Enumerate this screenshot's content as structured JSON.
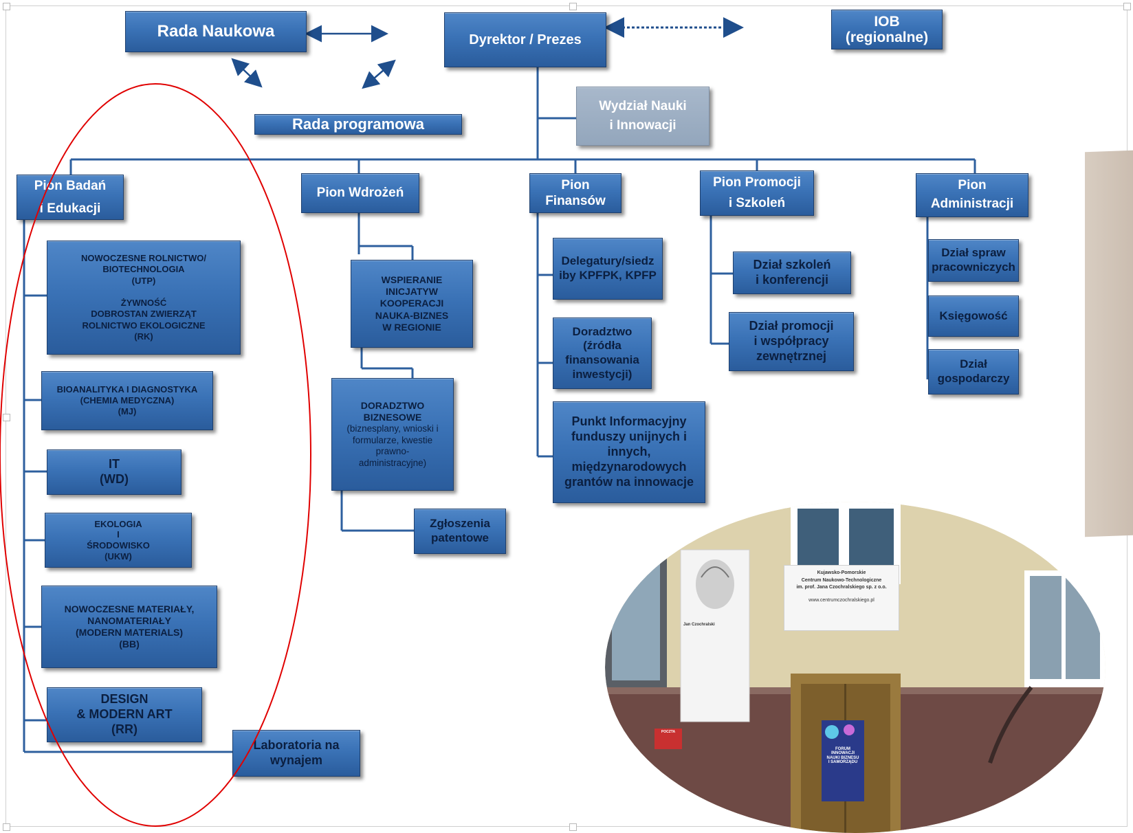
{
  "top": {
    "rada_naukowa": "Rada Naukowa",
    "dyrektor": "Dyrektor  / Prezes",
    "iob": "IOB\n(regionalne)",
    "rada_programowa": "Rada programowa",
    "wydzial": "Wydział Nauki\ni Innowacji"
  },
  "piony": {
    "badan": "Pion Badań\ni Edukacji",
    "wdrozen": "Pion Wdrożeń",
    "finansow": "Pion\nFinansów",
    "promocji": "Pion Promocji\ni Szkoleń",
    "administracji": "Pion\nAdministracji"
  },
  "badan_items": [
    "NOWOCZESNE ROLNICTWO/\nBIOTECHNOLOGIA\n(UTP)\n\nŻYWNOŚĆ\nDOBROSTAN ZWIERZĄT\nROLNICTWO EKOLOGICZNE\n(RK)",
    "BIOANALITYKA I DIAGNOSTYKA\n(CHEMIA MEDYCZNA)\n(MJ)",
    "IT\n(WD)",
    "EKOLOGIA\nI\nŚRODOWISKO\n(UKW)",
    "NOWOCZESNE MATERIAŁY,\nNANOMATERIAŁY\n(MODERN MATERIALS)\n(BB)",
    "DESIGN\n& MODERN ART\n(RR)"
  ],
  "laboratoria": "Laboratoria na\nwynajem",
  "wdrozen_items": {
    "wspieranie": "WSPIERANIE\nINICJATYW\nKOOPERACJI\nNAUKA-BIZNES\nW REGIONIE",
    "doradztwo_title": "DORADZTWO\nBIZNESOWE",
    "doradztwo_detail": "(biznesplany, wnioski i\nformularze, kwestie\nprawno-\nadministracyjne)",
    "zgloszenia": "Zgłoszenia\npatentowe"
  },
  "finansow_items": [
    "Delegatury/siedz\niby KPFPK, KPFP",
    "Doradztwo\n(źródła\nfinansowania\ninwestycji)",
    "Punkt Informacyjny\nfunduszy unijnych i\ninnych,\nmiędzynarodowych\ngrantów na innowacje"
  ],
  "promocji_items": [
    "Dział szkoleń\ni konferencji",
    "Dział promocji\ni współpracy\nzewnętrznej"
  ],
  "administracji_items": [
    "Dział spraw\npracowniczych",
    "Księgowość",
    "Dział\ngospodarczy"
  ],
  "photo": {
    "sign_line1": "Kujawsko-Pomorskie",
    "sign_line2": "Centrum Naukowo-Technologiczne",
    "sign_line3": "im. prof. Jana Czochralskiego sp. z o.o.",
    "sign_url": "www.centrumczochralskiego.pl",
    "portrait_name": "Jan Czochralski",
    "poster_text": "FORUM\nINNOWACJI\nNAUKI BIZNESU\nI SAMORZĄDU",
    "mailbox": "POCZTA"
  },
  "colors": {
    "box_blue": "#3a72b6",
    "box_gray": "#9aacc1",
    "connector": "#1f4e8c",
    "ellipse": "#e00000"
  }
}
